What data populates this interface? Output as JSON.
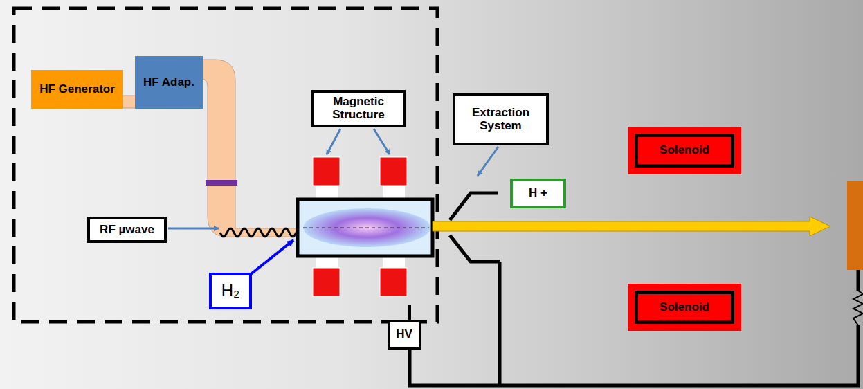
{
  "diagram": {
    "nodes": [
      {
        "text": [
          "HF Generator"
        ]
      },
      {
        "text": [
          "HF Adap."
        ]
      },
      {
        "text": [
          "Magnetic Structure"
        ]
      },
      {
        "text": [
          "Extraction System"
        ]
      },
      {
        "text": [
          "Solenoid"
        ]
      },
      {
        "text": [
          "Solenoid"
        ]
      },
      {
        "text": [
          "H +"
        ]
      },
      {
        "text": [
          "RF µwave"
        ]
      },
      {
        "text": [
          "H₂"
        ]
      },
      {
        "text": [
          "HV"
        ]
      }
    ]
  }
}
